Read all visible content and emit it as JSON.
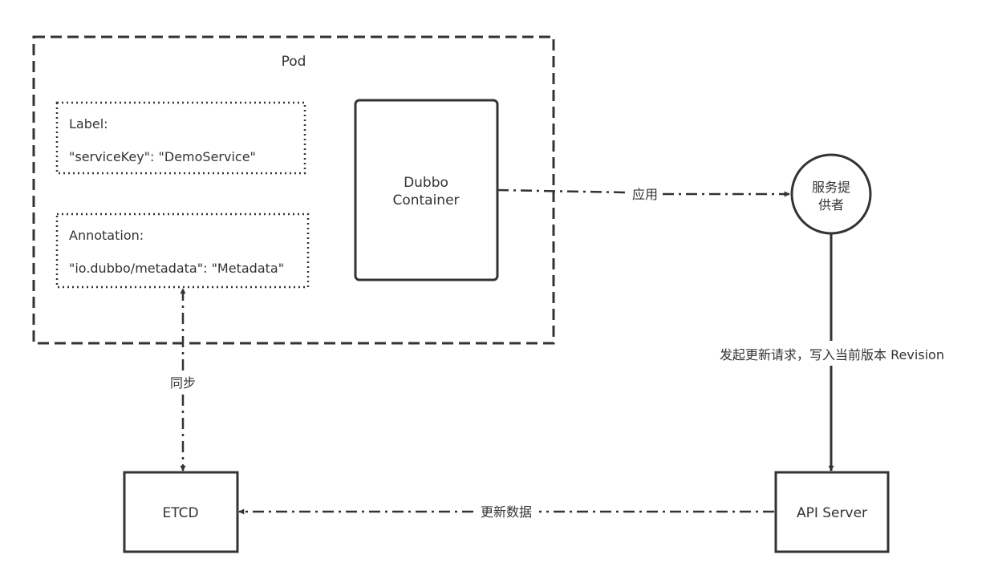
{
  "diagram": {
    "pod": {
      "title": "Pod"
    },
    "label_box": {
      "heading": "Label:",
      "value": "\"serviceKey\": \"DemoService\""
    },
    "annotation_box": {
      "heading": "Annotation:",
      "value": "\"io.dubbo/metadata\": \"Metadata\""
    },
    "container": {
      "line1": "Dubbo",
      "line2": "Container"
    },
    "provider": {
      "line1": "服务提",
      "line2": "供者"
    },
    "etcd": {
      "label": "ETCD"
    },
    "api_server": {
      "label": "API Server"
    },
    "edges": {
      "apply": "应用",
      "request": "发起更新请求，写入当前版本 Revision",
      "update_data": "更新数据",
      "sync": "同步"
    },
    "colors": {
      "stroke": "#333333",
      "text": "#333333",
      "background": "#ffffff"
    }
  }
}
